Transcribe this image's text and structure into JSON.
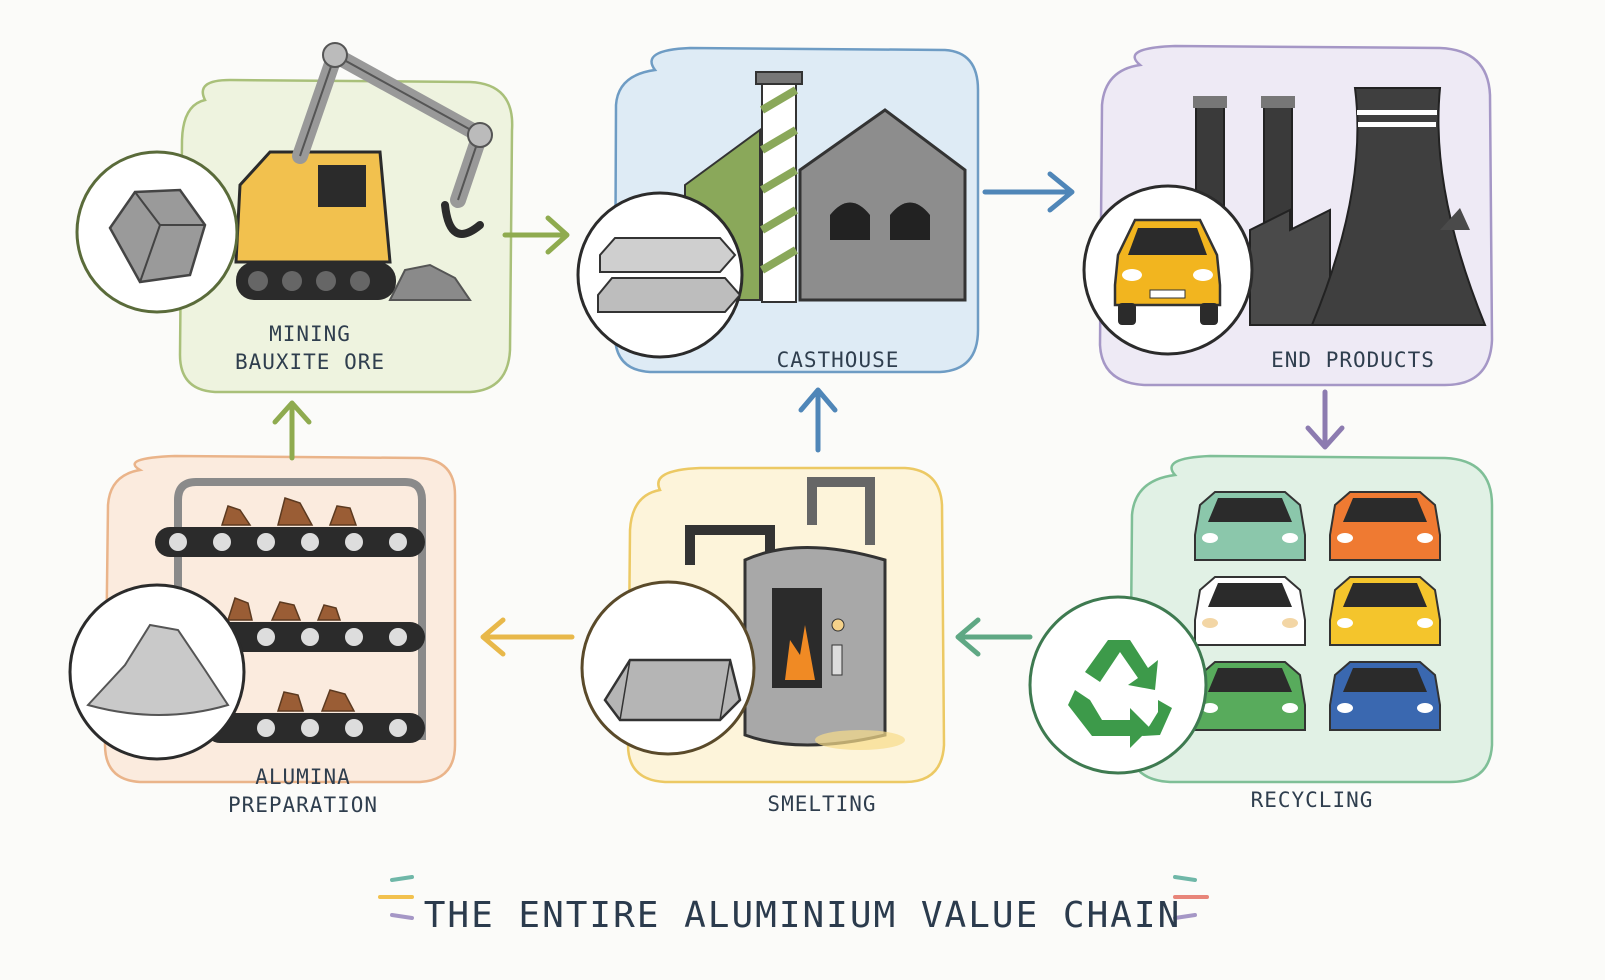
{
  "title": "THE ENTIRE ALUMINIUM VALUE CHAIN",
  "colors": {
    "mining": "#8fab4f",
    "casthouse": "#4f86b8",
    "end_products": "#8c7bb0",
    "recycling": "#5fa884",
    "smelting": "#e8b84a",
    "alumina": "#e8a06a",
    "text": "#2f3e4e"
  },
  "stages": {
    "mining": {
      "line1": "MINING",
      "line2": "BAUXITE ORE"
    },
    "casthouse": {
      "line1": "CASTHOUSE"
    },
    "end_products": {
      "line1": "END PRODUCTS"
    },
    "recycling": {
      "line1": "RECYCLING"
    },
    "smelting": {
      "line1": "SMELTING"
    },
    "alumina": {
      "line1": "ALUMINA",
      "line2": "PREPARATION"
    }
  },
  "flow": [
    "mining → casthouse",
    "casthouse → end_products",
    "end_products → recycling",
    "recycling → smelting",
    "smelting → alumina",
    "alumina → mining",
    "smelting → casthouse"
  ],
  "icons": {
    "mining": [
      "excavator-icon",
      "bauxite-rock-icon"
    ],
    "casthouse": [
      "factory-icon",
      "aluminium-ingots-icon"
    ],
    "end_products": [
      "power-plant-icon",
      "car-icon"
    ],
    "recycling": [
      "car-stack-icon",
      "recycle-icon"
    ],
    "smelting": [
      "furnace-icon",
      "ingot-icon"
    ],
    "alumina": [
      "conveyor-icon",
      "alumina-powder-icon"
    ]
  }
}
